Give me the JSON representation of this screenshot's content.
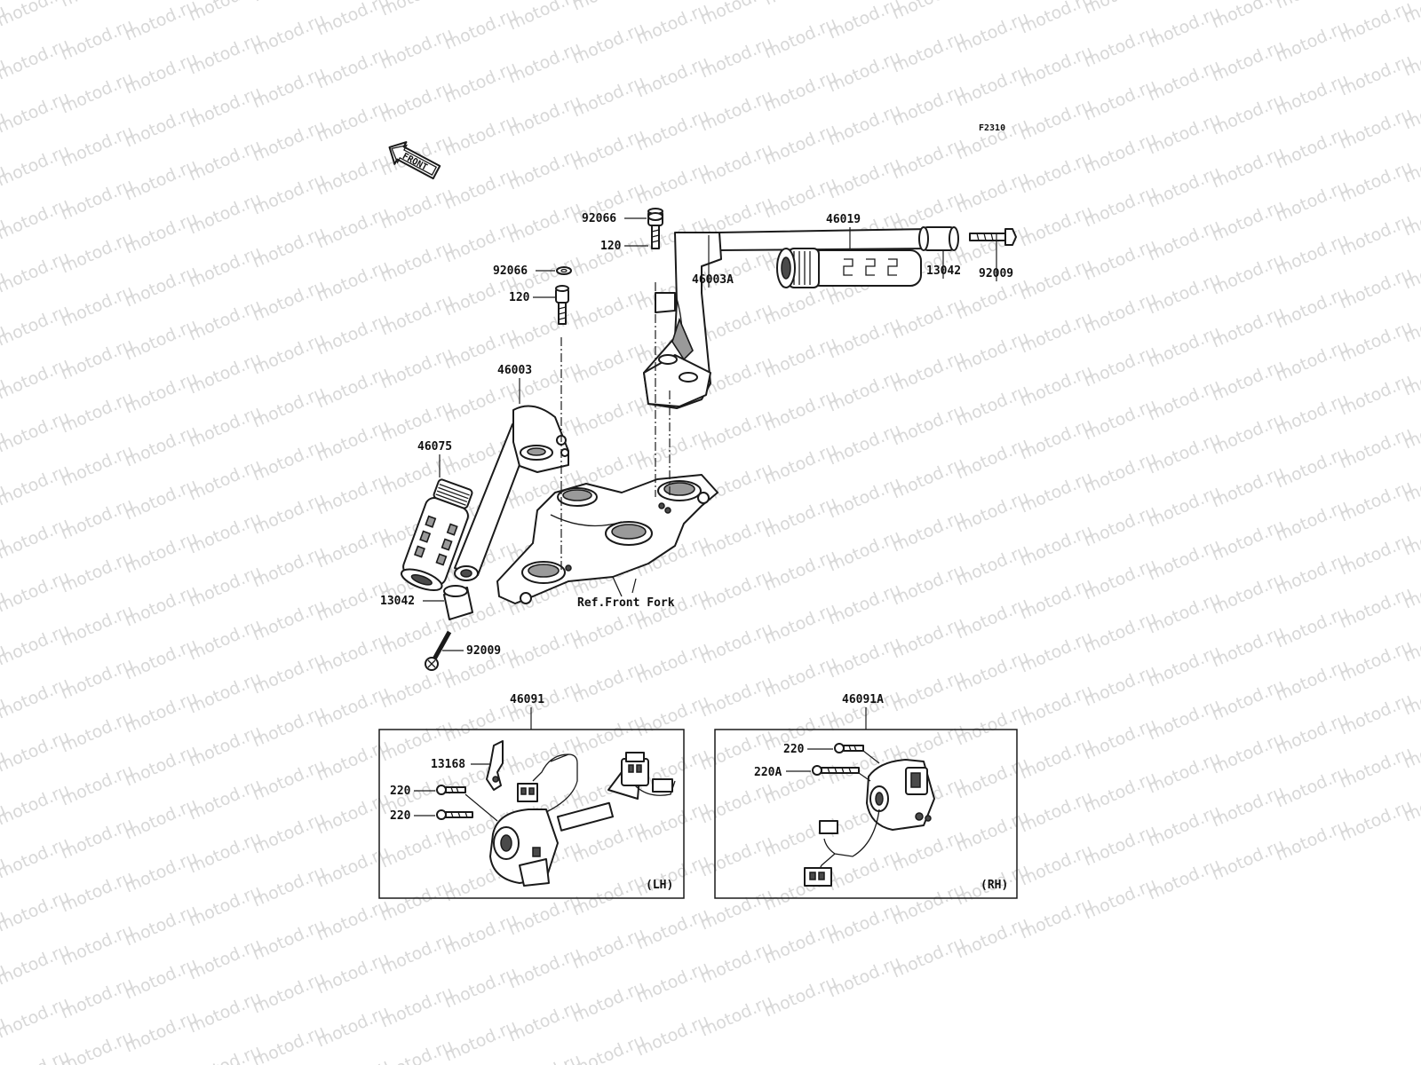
{
  "figure_code": "F2310",
  "front_arrow": "FRONT",
  "watermark": "motod.ru",
  "ref_note": "Ref.Front Fork",
  "parts": {
    "washer_a": "92066",
    "washer_b": "92066",
    "bolt_a": "120",
    "bolt_b": "120",
    "handlebar_lh": "46003",
    "handlebar_rh": "46003A",
    "grip_lh": "46075",
    "grip_rh": "46019",
    "weight_lh": "13042",
    "weight_rh": "13042",
    "screw_lh": "92009",
    "screw_rh": "92009",
    "switch_lh": "46091",
    "switch_rh": "46091A",
    "lever_holder": "13168",
    "screw_220_a": "220",
    "screw_220_b": "220",
    "screw_220_c": "220",
    "screw_220a": "220A"
  },
  "side_labels": {
    "left": "(LH)",
    "right": "(RH)"
  }
}
